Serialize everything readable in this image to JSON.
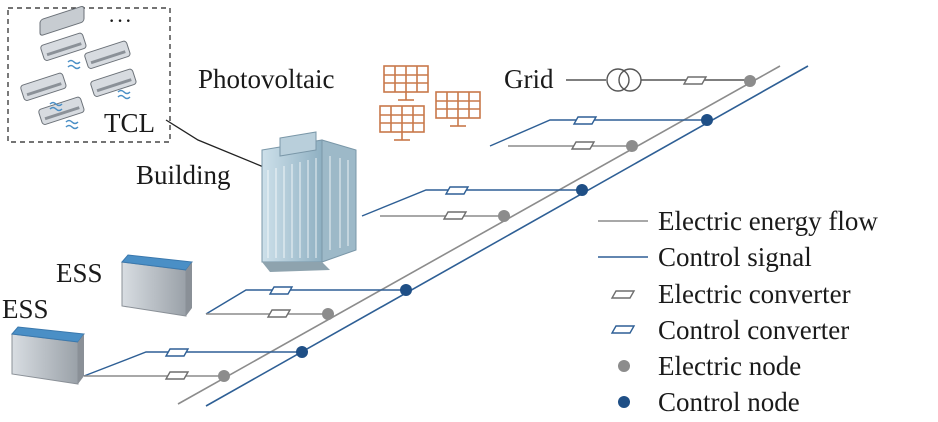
{
  "labels": {
    "tcl": "TCL",
    "ellipsis": "···",
    "photovoltaic": "Photovoltaic",
    "grid": "Grid",
    "building": "Building",
    "ess_upper": "ESS",
    "ess_lower": "ESS"
  },
  "legend": [
    {
      "label": "Electric energy flow",
      "icon": "gray-line"
    },
    {
      "label": "Control signal",
      "icon": "blue-line"
    },
    {
      "label": "Electric converter",
      "icon": "gray-parallelogram"
    },
    {
      "label": "Control converter",
      "icon": "blue-parallelogram"
    },
    {
      "label": "Electric node",
      "icon": "gray-dot"
    },
    {
      "label": "Control node",
      "icon": "blue-dot"
    }
  ],
  "colors": {
    "electric": "#8c8c8c",
    "control": "#2e5f95",
    "control_node": "#1f4f86",
    "pv": "#c8784a",
    "ess_top": "#4a8fc6"
  }
}
